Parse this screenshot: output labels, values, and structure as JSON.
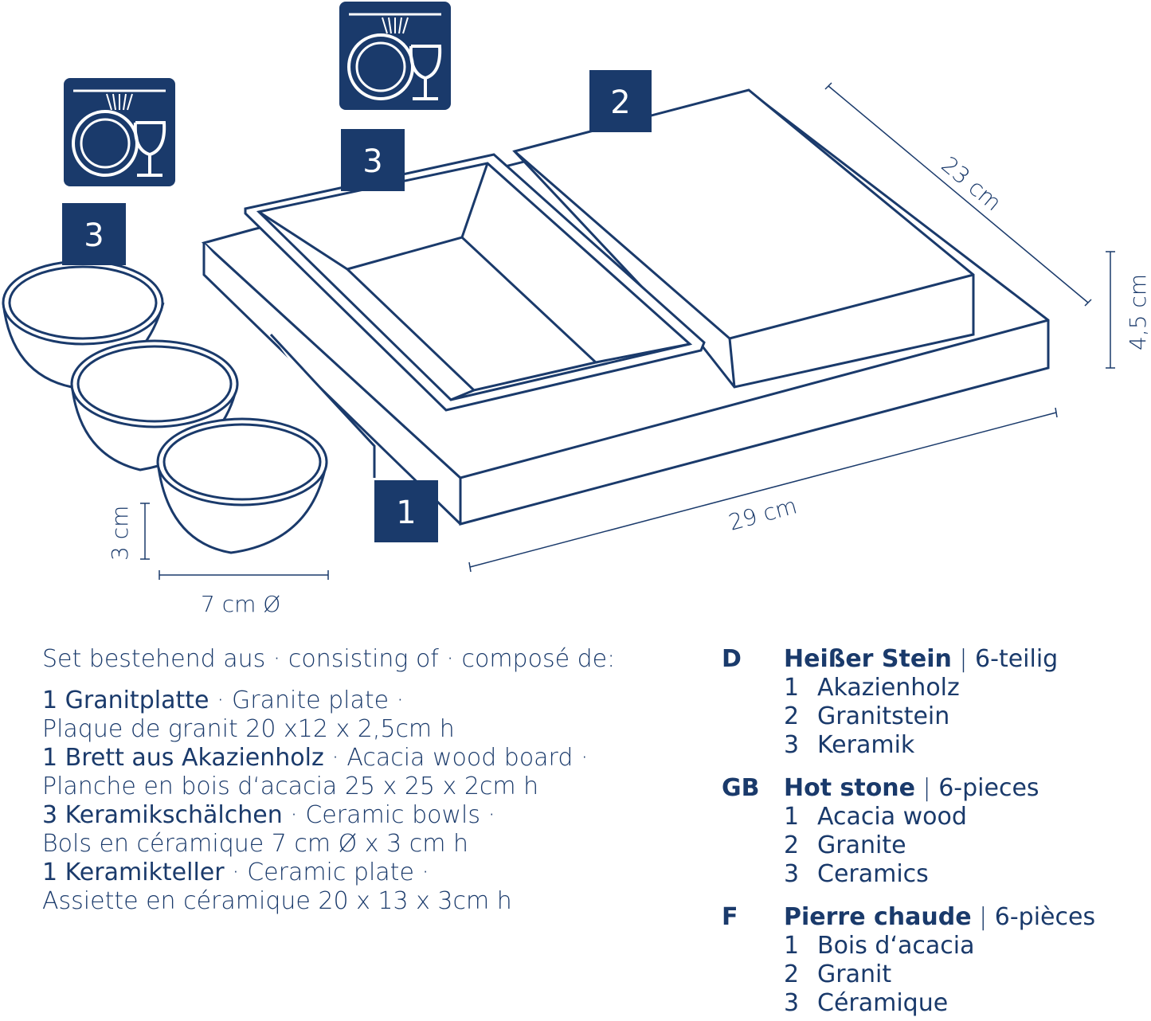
{
  "badges": {
    "plate": "1",
    "stone": "2",
    "dish": "3",
    "bowls": "3"
  },
  "dimensions": {
    "stone_depth": "23 cm",
    "height": "4,5 cm",
    "board_width": "29 cm",
    "bowl_height": "3 cm",
    "bowl_diameter": "7 cm Ø"
  },
  "icons": [
    "dishwasher-safe-icon",
    "dishwasher-safe-icon"
  ],
  "colors": {
    "navy": "#1a3a6b"
  },
  "contents": {
    "heading": "Set bestehend aus · consisting of · composé de:",
    "items": [
      {
        "de": "1 Granitplatte",
        "rest1": " · Granite plate ·",
        "rest2": "Plaque de granit 20 x12 x 2,5cm h"
      },
      {
        "de": "1 Brett aus Akazienholz",
        "rest1": " · Acacia wood board ·",
        "rest2": "Planche en bois d‘acacia 25 x 25 x 2cm h"
      },
      {
        "de": "3 Keramikschälchen",
        "rest1": " · Ceramic bowls ·",
        "rest2": "Bols en céramique 7 cm Ø x 3 cm h"
      },
      {
        "de": "1 Keramikteller",
        "rest1": " · Ceramic plate ·",
        "rest2": "Assiette en céramique 20 x 13 x 3cm h"
      }
    ]
  },
  "languages": [
    {
      "code": "D",
      "name": "Heißer Stein",
      "sep": " | ",
      "pieces": "6-teilig",
      "items": [
        {
          "n": "1",
          "label": "Akazienholz"
        },
        {
          "n": "2",
          "label": "Granitstein"
        },
        {
          "n": "3",
          "label": "Keramik"
        }
      ]
    },
    {
      "code": "GB",
      "name": "Hot stone",
      "sep": " | ",
      "pieces": "6-pieces",
      "items": [
        {
          "n": "1",
          "label": "Acacia wood"
        },
        {
          "n": "2",
          "label": "Granite"
        },
        {
          "n": "3",
          "label": "Ceramics"
        }
      ]
    },
    {
      "code": "F",
      "name": "Pierre chaude",
      "sep": " | ",
      "pieces": "6-pièces",
      "items": [
        {
          "n": "1",
          "label": "Bois d‘acacia"
        },
        {
          "n": "2",
          "label": "Granit"
        },
        {
          "n": "3",
          "label": "Céramique"
        }
      ]
    }
  ]
}
